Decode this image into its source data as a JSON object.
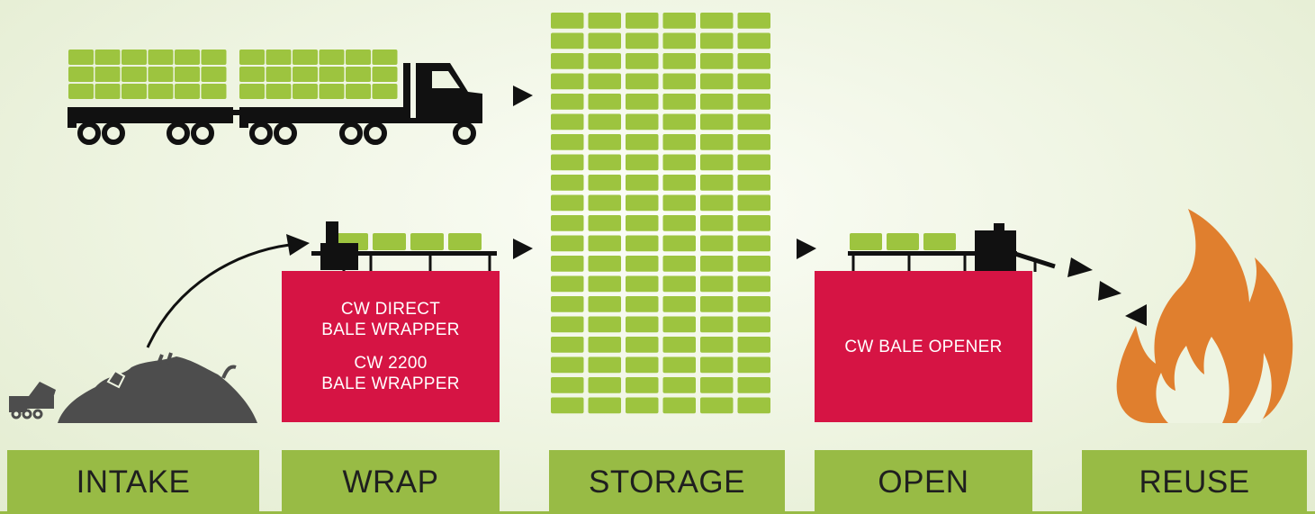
{
  "colors": {
    "bale": "#9dc43f",
    "box": "#d61444",
    "stage": "#98bb45",
    "ink": "#111111",
    "flame": "#e07f2e",
    "waste": "#4d4d4d"
  },
  "icons": {
    "truck": "truck-icon",
    "garbage_truck": "garbage-truck-icon",
    "waste_pile": "waste-pile-icon",
    "wrapper_machine": "bale-wrapper-machine-icon",
    "opener_machine": "bale-opener-machine-icon",
    "flame": "flame-icon",
    "arrow": "triangle-arrow-icon"
  },
  "boxes": {
    "wrap": {
      "line1": "CW DIRECT",
      "line2": "BALE WRAPPER",
      "line3": "CW 2200",
      "line4": "BALE WRAPPER"
    },
    "open": {
      "line1": "CW BALE OPENER"
    }
  },
  "stages": [
    {
      "label": "INTAKE"
    },
    {
      "label": "WRAP"
    },
    {
      "label": "STORAGE"
    },
    {
      "label": "OPEN"
    },
    {
      "label": "REUSE"
    }
  ]
}
